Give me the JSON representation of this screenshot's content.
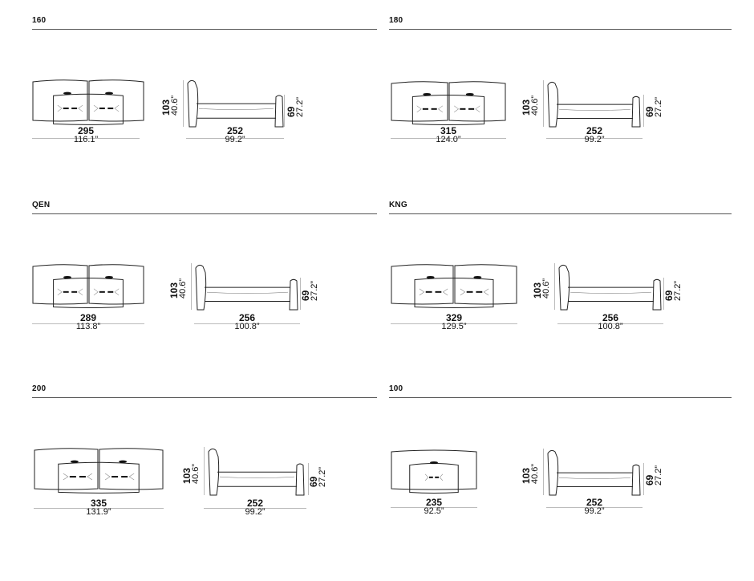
{
  "sections": [
    {
      "title": "160",
      "front_cm": "295",
      "front_in": "116.1”",
      "side_cm": "252",
      "side_in": "99.2”",
      "head_cm": "103",
      "head_in": "40.6”",
      "foot_cm": "69",
      "foot_in": "27.2”"
    },
    {
      "title": "180",
      "front_cm": "315",
      "front_in": "124.0”",
      "side_cm": "252",
      "side_in": "99.2”",
      "head_cm": "103",
      "head_in": "40.6”",
      "foot_cm": "69",
      "foot_in": "27.2”"
    },
    {
      "title": "QEN",
      "front_cm": "289",
      "front_in": "113.8”",
      "side_cm": "256",
      "side_in": "100.8”",
      "head_cm": "103",
      "head_in": "40.6”",
      "foot_cm": "69",
      "foot_in": "27.2”"
    },
    {
      "title": "KNG",
      "front_cm": "329",
      "front_in": "129.5”",
      "side_cm": "256",
      "side_in": "100.8”",
      "head_cm": "103",
      "head_in": "40.6”",
      "foot_cm": "69",
      "foot_in": "27.2”"
    },
    {
      "title": "200",
      "front_cm": "335",
      "front_in": "131.9”",
      "side_cm": "252",
      "side_in": "99.2”",
      "head_cm": "103",
      "head_in": "40.6”",
      "foot_cm": "69",
      "foot_in": "27.2”"
    },
    {
      "title": "100",
      "front_cm": "235",
      "front_in": "92.5”",
      "side_cm": "252",
      "side_in": "99.2”",
      "head_cm": "103",
      "head_in": "40.6”",
      "foot_cm": "69",
      "foot_in": "27.2”"
    }
  ]
}
